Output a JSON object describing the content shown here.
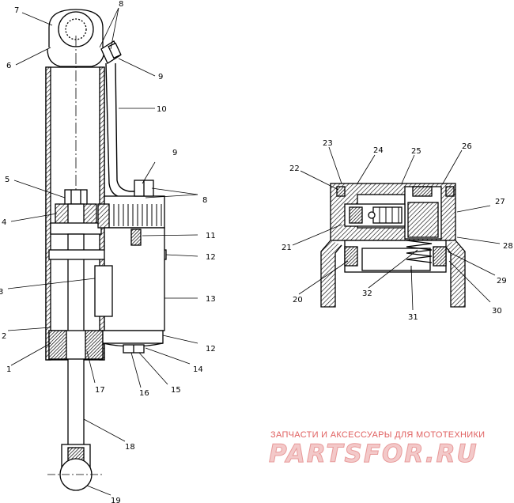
{
  "callouts": {
    "c1": "1",
    "c2": "2",
    "c3": "3",
    "c4": "4",
    "c5": "5",
    "c6": "6",
    "c7": "7",
    "c8a": "8",
    "c8b": "8",
    "c9a": "9",
    "c9b": "9",
    "c10": "10",
    "c11": "11",
    "c12a": "12",
    "c12b": "12",
    "c13": "13",
    "c14": "14",
    "c15": "15",
    "c16": "16",
    "c17": "17",
    "c18": "18",
    "c19": "19",
    "c20": "20",
    "c21": "21",
    "c22": "22",
    "c23": "23",
    "c24": "24",
    "c25": "25",
    "c26": "26",
    "c27": "27",
    "c28": "28",
    "c29": "29",
    "c30": "30",
    "c31": "31",
    "c32": "32"
  },
  "watermark": {
    "tagline": "ЗАПЧАСТИ И АКСЕССУАРЫ ДЛЯ МОТОТЕХНИКИ",
    "brand": "PARTSFOR.RU"
  }
}
